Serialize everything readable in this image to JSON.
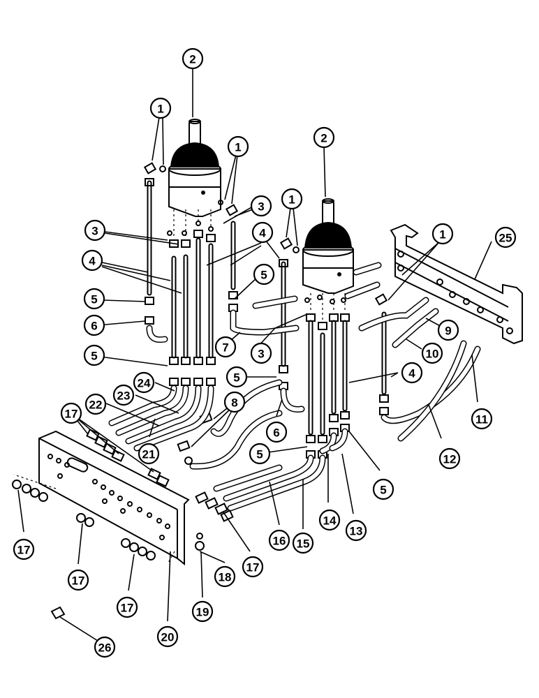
{
  "colors": {
    "line": "#000000",
    "background": "#ffffff"
  },
  "callouts": [
    {
      "id": "c2a",
      "label": "2"
    },
    {
      "id": "c1a",
      "label": "1"
    },
    {
      "id": "c1b",
      "label": "1"
    },
    {
      "id": "c2b",
      "label": "2"
    },
    {
      "id": "c1c",
      "label": "1"
    },
    {
      "id": "c3a",
      "label": "3"
    },
    {
      "id": "c3b",
      "label": "3"
    },
    {
      "id": "c1d",
      "label": "1"
    },
    {
      "id": "c25",
      "label": "25"
    },
    {
      "id": "c4a",
      "label": "4"
    },
    {
      "id": "c4b",
      "label": "4"
    },
    {
      "id": "c5a",
      "label": "5"
    },
    {
      "id": "c5b",
      "label": "5"
    },
    {
      "id": "c6a",
      "label": "6"
    },
    {
      "id": "c7",
      "label": "7"
    },
    {
      "id": "c3c",
      "label": "3"
    },
    {
      "id": "c9",
      "label": "9"
    },
    {
      "id": "c10",
      "label": "10"
    },
    {
      "id": "c5c",
      "label": "5"
    },
    {
      "id": "c24",
      "label": "24"
    },
    {
      "id": "c5d",
      "label": "5"
    },
    {
      "id": "c4c",
      "label": "4"
    },
    {
      "id": "c23",
      "label": "23"
    },
    {
      "id": "c8",
      "label": "8"
    },
    {
      "id": "c22",
      "label": "22"
    },
    {
      "id": "c17a",
      "label": "17"
    },
    {
      "id": "c6b",
      "label": "6"
    },
    {
      "id": "c11",
      "label": "11"
    },
    {
      "id": "c21",
      "label": "21"
    },
    {
      "id": "c12",
      "label": "12"
    },
    {
      "id": "c5e",
      "label": "5"
    },
    {
      "id": "c5f",
      "label": "5"
    },
    {
      "id": "c14",
      "label": "14"
    },
    {
      "id": "c13",
      "label": "13"
    },
    {
      "id": "c16",
      "label": "16"
    },
    {
      "id": "c15",
      "label": "15"
    },
    {
      "id": "c17b",
      "label": "17"
    },
    {
      "id": "c17c",
      "label": "17"
    },
    {
      "id": "c18",
      "label": "18"
    },
    {
      "id": "c17d",
      "label": "17"
    },
    {
      "id": "c17e",
      "label": "17"
    },
    {
      "id": "c19",
      "label": "19"
    },
    {
      "id": "c20",
      "label": "20"
    },
    {
      "id": "c26",
      "label": "26"
    }
  ]
}
